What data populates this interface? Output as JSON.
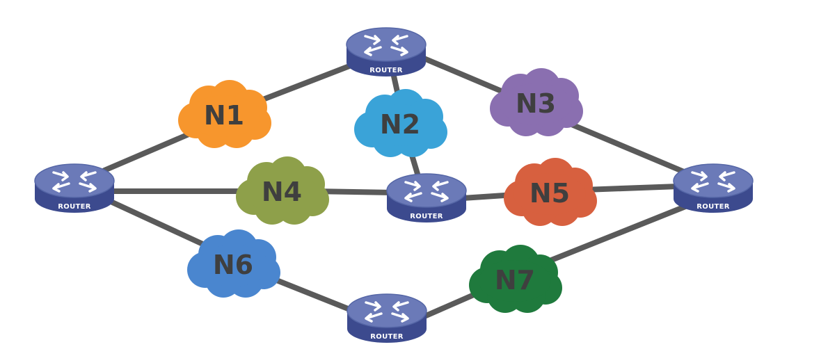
{
  "colors": {
    "link": "#5a5a5a",
    "router_top": "#6b7ab8",
    "router_body": "#3c4a8e",
    "cloud_label": "#3f3f3f"
  },
  "routers": [
    {
      "id": "R-top",
      "label": "ROUTER"
    },
    {
      "id": "R-left",
      "label": "ROUTER"
    },
    {
      "id": "R-center",
      "label": "ROUTER"
    },
    {
      "id": "R-right",
      "label": "ROUTER"
    },
    {
      "id": "R-bottom",
      "label": "ROUTER"
    }
  ],
  "networks": [
    {
      "id": "N1",
      "label": "N1",
      "color": "#f7962d"
    },
    {
      "id": "N2",
      "label": "N2",
      "color": "#3aa3d8"
    },
    {
      "id": "N3",
      "label": "N3",
      "color": "#8a6fb0"
    },
    {
      "id": "N4",
      "label": "N4",
      "color": "#8ea04a"
    },
    {
      "id": "N5",
      "label": "N5",
      "color": "#d7603f"
    },
    {
      "id": "N6",
      "label": "N6",
      "color": "#4a86cf"
    },
    {
      "id": "N7",
      "label": "N7",
      "color": "#1f7a3d"
    }
  ]
}
